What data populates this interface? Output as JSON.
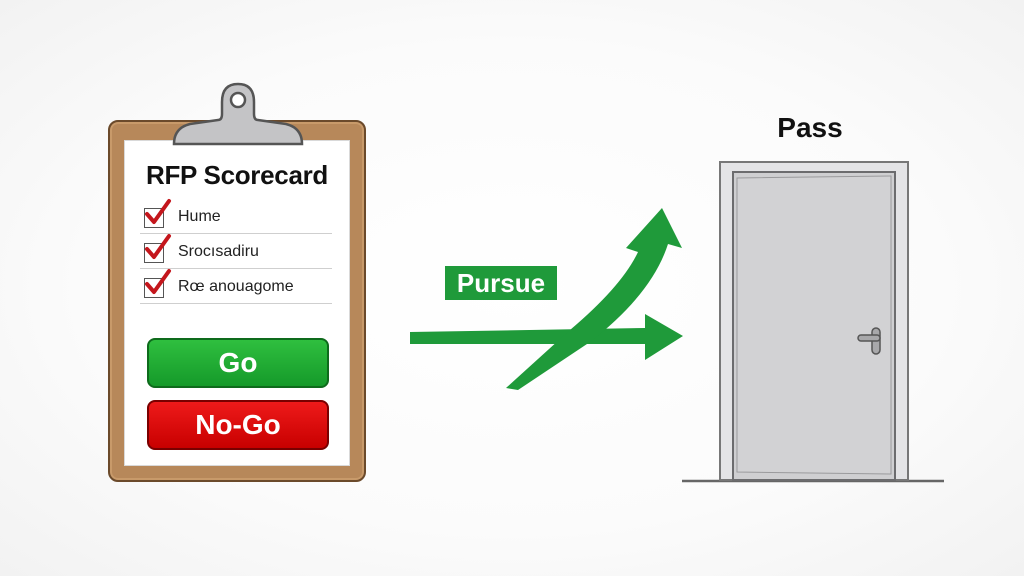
{
  "clipboard": {
    "title": "RFP Scorecard",
    "items": [
      {
        "label": "Hume",
        "checked": true
      },
      {
        "label": "Srocısadiru",
        "checked": true
      },
      {
        "label": "Rœ anouagome",
        "checked": true
      }
    ],
    "go_label": "Go",
    "nogo_label": "No-Go"
  },
  "arrows": {
    "pursue_label": "Pursue"
  },
  "door": {
    "label": "Pass"
  },
  "colors": {
    "green": "#1f9a3a",
    "go_green": "#22b034",
    "nogo_red": "#dd0a0a",
    "check_red": "#c4161c",
    "board_brown": "#b7885a",
    "door_gray": "#d0d0d2"
  }
}
